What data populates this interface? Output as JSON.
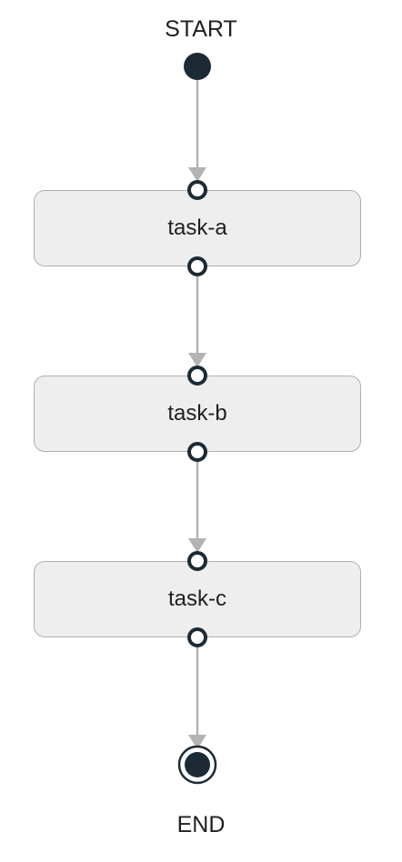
{
  "diagram": {
    "start_label": "START",
    "end_label": "END",
    "tasks": [
      {
        "label": "task-a"
      },
      {
        "label": "task-b"
      },
      {
        "label": "task-c"
      }
    ],
    "edges": [
      {
        "from": "START",
        "to": "task-a"
      },
      {
        "from": "task-a",
        "to": "task-b"
      },
      {
        "from": "task-b",
        "to": "task-c"
      },
      {
        "from": "task-c",
        "to": "END"
      }
    ]
  },
  "colors": {
    "node_dark": "#1c2a35",
    "edge": "#b3b3b3",
    "task_fill": "#eeeeee",
    "task_border": "#a9b1ba",
    "port_fill": "#ffffff"
  }
}
